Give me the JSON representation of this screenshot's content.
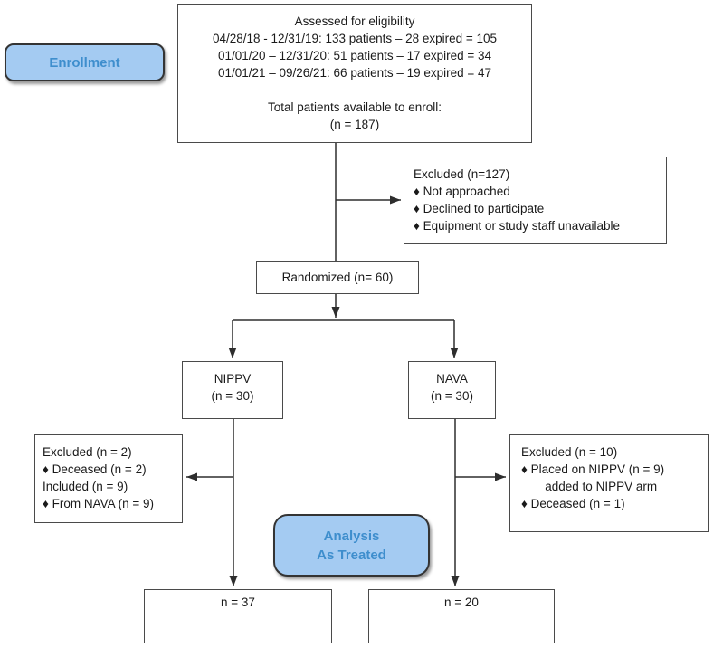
{
  "colors": {
    "pill_fill": "#A4CBF2",
    "pill_text": "#3E8ECD",
    "box_border": "#4a4a4a",
    "connector": "#2e2e2e"
  },
  "stages": {
    "enrollment_label": "Enrollment",
    "analysis_label_line1": "Analysis",
    "analysis_label_line2": "As Treated"
  },
  "boxes": {
    "assessed": {
      "lines": [
        "Assessed for eligibility",
        "04/28/18 - 12/31/19: 133 patients – 28 expired = 105",
        "01/01/20 – 12/31/20: 51 patients – 17 expired = 34",
        "01/01/21 – 09/26/21: 66 patients – 19 expired = 47",
        "",
        "Total patients available to enroll:",
        "(n = 187)"
      ]
    },
    "excluded_initial": {
      "lines": [
        "Excluded (n=127)",
        "♦ Not approached",
        "♦ Declined to participate",
        "♦ Equipment or study staff unavailable"
      ]
    },
    "randomized": {
      "label": "Randomized (n= 60)"
    },
    "nippv": {
      "lines": [
        "NIPPV",
        "(n = 30)"
      ]
    },
    "nava": {
      "lines": [
        "NAVA",
        "(n = 30)"
      ]
    },
    "nippv_excluded": {
      "lines": [
        "Excluded (n = 2)",
        "♦ Deceased (n = 2)",
        "Included (n = 9)",
        "♦ From NAVA (n = 9)"
      ]
    },
    "nava_excluded": {
      "lines": [
        "Excluded (n = 10)",
        "♦ Placed on NIPPV (n = 9)",
        "       added to NIPPV arm",
        "♦ Deceased (n = 1)"
      ]
    },
    "nippv_as_treated": {
      "label": "n = 37"
    },
    "nava_as_treated": {
      "label": "n = 20"
    }
  }
}
